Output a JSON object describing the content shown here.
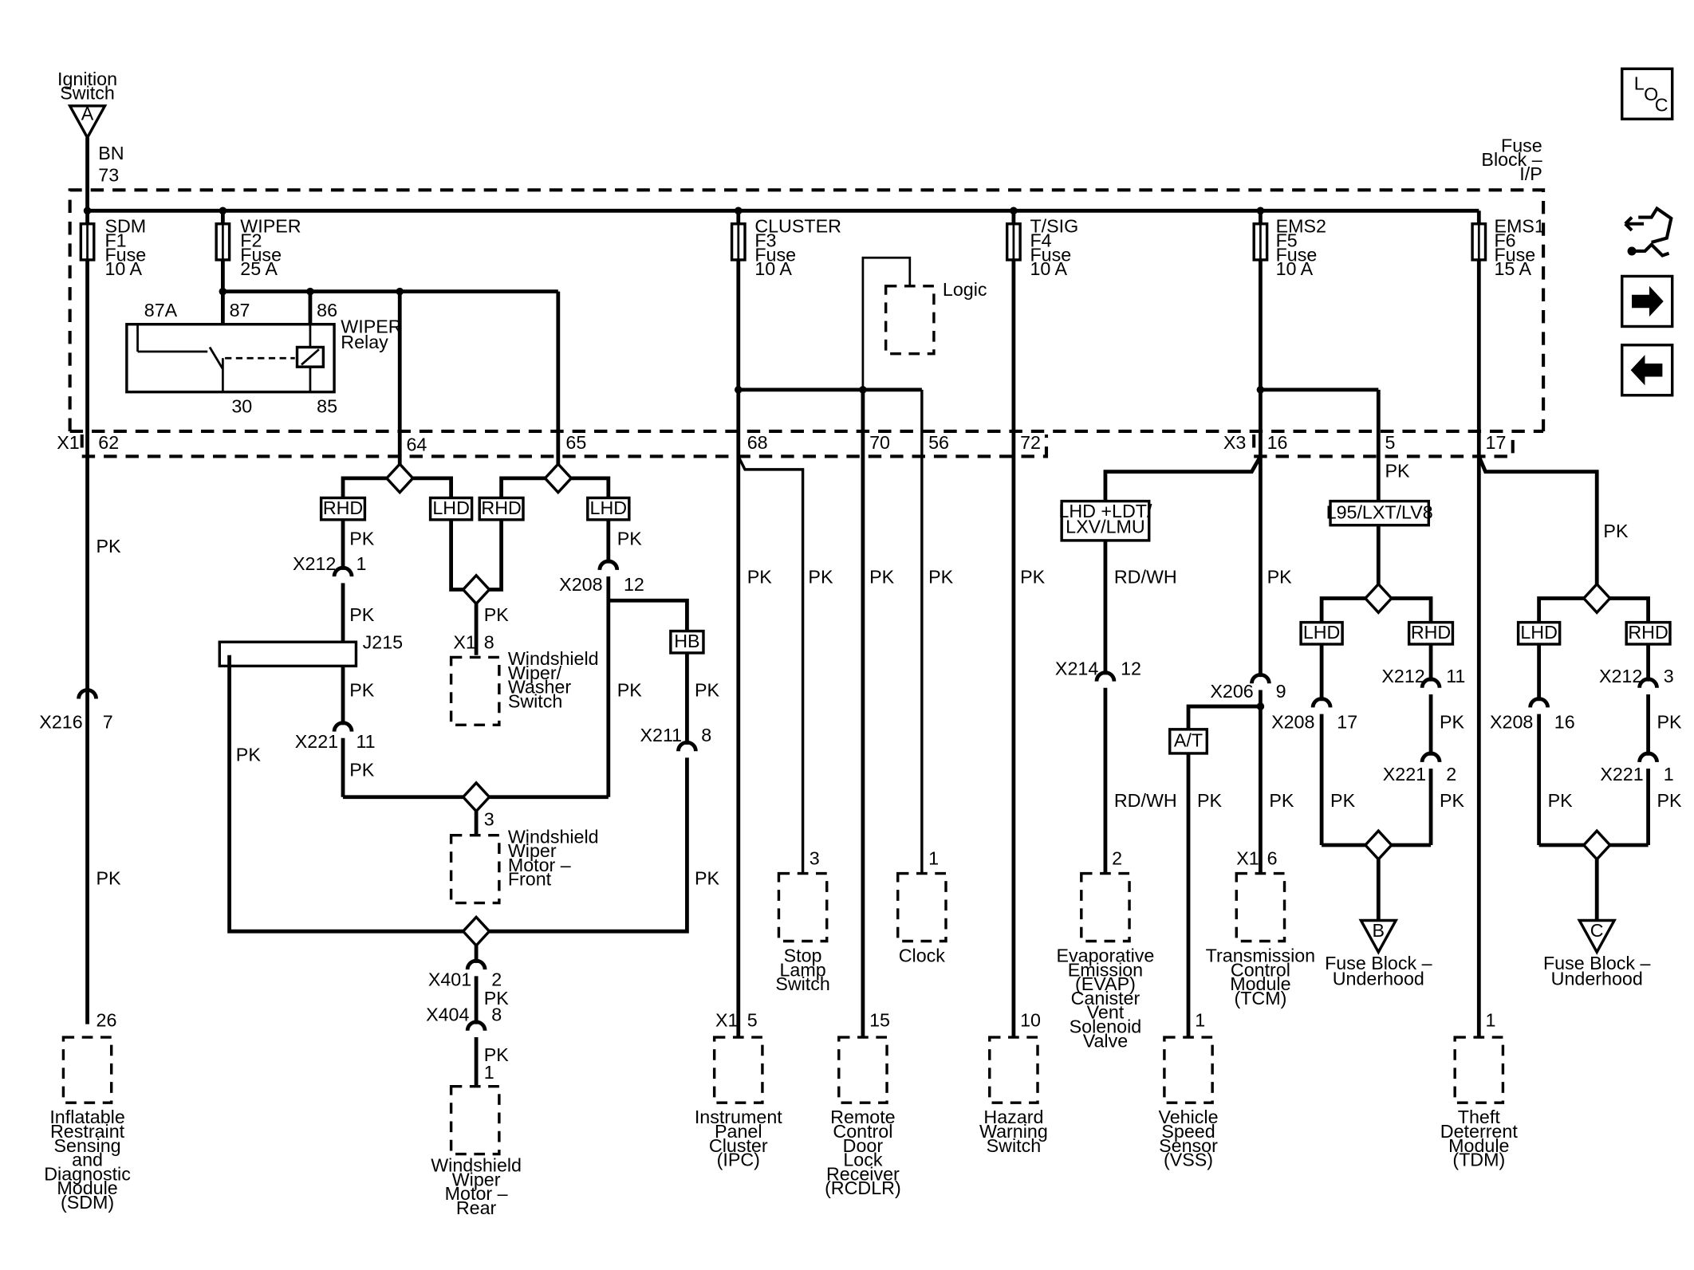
{
  "ignition": {
    "title_line1": "Ignition",
    "title_line2": "Switch",
    "terminal": "A",
    "wire": "BN",
    "pin": "73"
  },
  "fuse_block": {
    "line1": "Fuse",
    "line2": "Block –",
    "line3": "I/P"
  },
  "loc_icon": {
    "L": "L",
    "O": "O",
    "C": "C"
  },
  "nav": {
    "tool_icon": "connector-tool-icon",
    "forward_icon": "arrow-right-icon",
    "back_icon": "arrow-left-icon"
  },
  "fuses": [
    {
      "name": "SDM",
      "id": "F1",
      "type": "Fuse",
      "rating": "10 A"
    },
    {
      "name": "WIPER",
      "id": "F2",
      "type": "Fuse",
      "rating": "25 A"
    },
    {
      "name": "CLUSTER",
      "id": "F3",
      "type": "Fuse",
      "rating": "10 A"
    },
    {
      "name": "T/SIG",
      "id": "F4",
      "type": "Fuse",
      "rating": "10 A"
    },
    {
      "name": "EMS2",
      "id": "F5",
      "type": "Fuse",
      "rating": "10 A"
    },
    {
      "name": "EMS1",
      "id": "F6",
      "type": "Fuse",
      "rating": "15 A"
    }
  ],
  "relay": {
    "name": "WIPER",
    "type": "Relay",
    "t87a": "87A",
    "t87": "87",
    "t86": "86",
    "t30": "30",
    "t85": "85"
  },
  "logic": "Logic",
  "connectors": {
    "x1": "X1",
    "x1_62": "62",
    "x1_64": "64",
    "x1_65": "65",
    "x1_68": "68",
    "x1_70": "70",
    "x1_56": "56",
    "x1_72": "72",
    "x3": "X3",
    "x3_16": "16",
    "x3_5": "5",
    "x3_17": "17"
  },
  "options": {
    "rhd": "RHD",
    "lhd": "LHD",
    "hb": "HB",
    "at": "A/T",
    "ldt": "LHD +LDT/",
    "ldt2": "LXV/LMU",
    "l95": "L95/LXT/LV8"
  },
  "wires": {
    "pk": "PK",
    "rdwh": "RD/WH"
  },
  "inline": {
    "x216": "X216",
    "x216_pin": "7",
    "x212": "X212",
    "x212_pin": "1",
    "j215": "J215",
    "x221": "X221",
    "x221_pin": "11",
    "x208": "X208",
    "x208_pin": "12",
    "x211": "X211",
    "x211_pin": "8",
    "x1b": "X1",
    "x1b_pin": "8",
    "x401": "X401",
    "x401_pin": "2",
    "x404": "X404",
    "x404_pin": "8",
    "x214": "X214",
    "x214_pin": "12",
    "x206": "X206",
    "x206_pin": "9",
    "x212b": "X212",
    "x212b_pin": "11",
    "x208b": "X208",
    "x208b_pin": "17",
    "x221b": "X221",
    "x221b_pin": "2",
    "x212c": "X212",
    "x212c_pin": "3",
    "x208c": "X208",
    "x208c_pin": "16",
    "x221c": "X221",
    "x221c_pin": "1"
  },
  "components": {
    "sdm": {
      "pin": "26",
      "l1": "Inflatable",
      "l2": "Restraint",
      "l3": "Sensing",
      "l4": "and",
      "l5": "Diagnostic",
      "l6": "Module",
      "l7": "(SDM)"
    },
    "washer_switch": {
      "l1": "Windshield",
      "l2": "Wiper/",
      "l3": "Washer",
      "l4": "Switch"
    },
    "motor_front": {
      "pin": "3",
      "l1": "Windshield",
      "l2": "Wiper",
      "l3": "Motor –",
      "l4": "Front"
    },
    "motor_rear": {
      "pin": "1",
      "l1": "Windshield",
      "l2": "Wiper",
      "l3": "Motor –",
      "l4": "Rear"
    },
    "ipc": {
      "conn": "X1",
      "pin": "5",
      "l1": "Instrument",
      "l2": "Panel",
      "l3": "Cluster",
      "l4": "(IPC)"
    },
    "stop_lamp": {
      "pin": "3",
      "l1": "Stop",
      "l2": "Lamp",
      "l3": "Switch"
    },
    "rcdlr": {
      "pin": "15",
      "l1": "Remote",
      "l2": "Control",
      "l3": "Door",
      "l4": "Lock",
      "l5": "Receiver",
      "l6": "(RCDLR)"
    },
    "clock": {
      "pin": "1",
      "l1": "Clock"
    },
    "hazard": {
      "pin": "10",
      "l1": "Hazard",
      "l2": "Warning",
      "l3": "Switch"
    },
    "evap": {
      "pin": "2",
      "l1": "Evaporative",
      "l2": "Emission",
      "l3": "(EVAP)",
      "l4": "Canister",
      "l5": "Vent",
      "l6": "Solenoid",
      "l7": "Valve"
    },
    "vss": {
      "pin": "1",
      "l1": "Vehicle",
      "l2": "Speed",
      "l3": "Sensor",
      "l4": "(VSS)"
    },
    "tcm": {
      "conn": "X1",
      "pin": "6",
      "l1": "Transmission",
      "l2": "Control",
      "l3": "Module",
      "l4": "(TCM)"
    },
    "fb_b": {
      "terminal": "B",
      "l1": "Fuse Block –",
      "l2": "Underhood"
    },
    "tdm": {
      "pin": "1",
      "l1": "Theft",
      "l2": "Deterrent",
      "l3": "Module",
      "l4": "(TDM)"
    },
    "fb_c": {
      "terminal": "C",
      "l1": "Fuse Block –",
      "l2": "Underhood"
    }
  }
}
